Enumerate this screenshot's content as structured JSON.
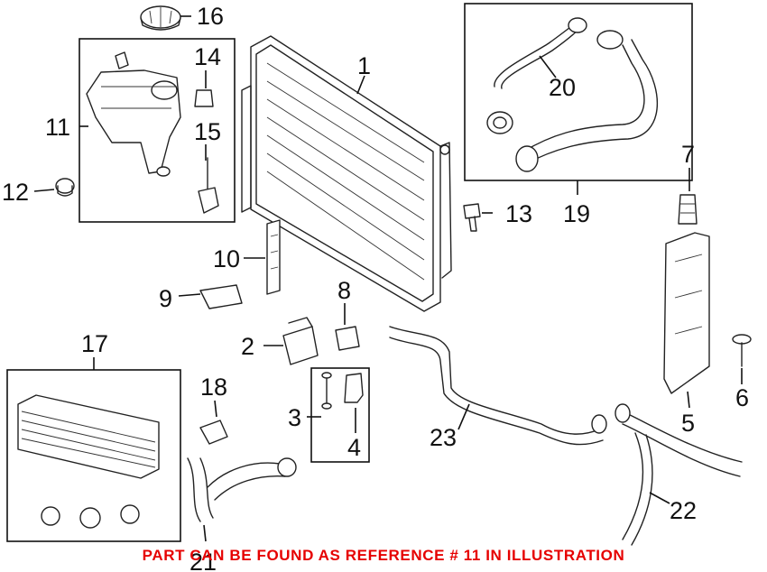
{
  "callouts": {
    "c1": "1",
    "c2": "2",
    "c3": "3",
    "c4": "4",
    "c5": "5",
    "c6": "6",
    "c7": "7",
    "c8": "8",
    "c9": "9",
    "c10": "10",
    "c11": "11",
    "c12": "12",
    "c13": "13",
    "c14": "14",
    "c15": "15",
    "c16": "16",
    "c17": "17",
    "c18": "18",
    "c19": "19",
    "c20": "20",
    "c21": "21",
    "c22": "22",
    "c23": "23"
  },
  "note": "PART CAN BE FOUND AS REFERENCE # 11 IN ILLUSTRATION",
  "colors": {
    "note": "#e60000",
    "line": "#222222"
  }
}
